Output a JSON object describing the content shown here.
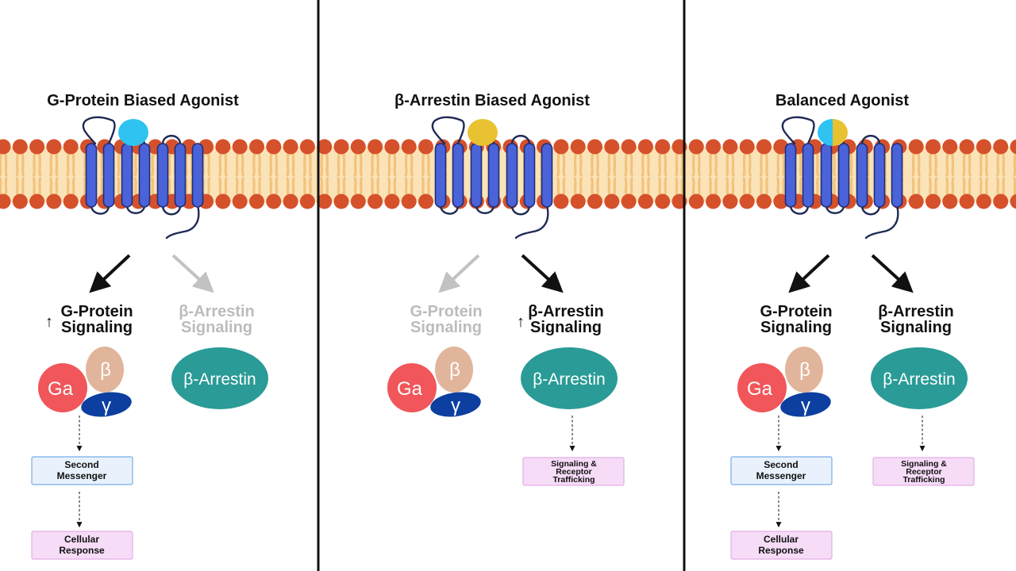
{
  "panels": [
    {
      "title": "G-Protein Biased Agonist",
      "ligand": "blue",
      "left_signal": {
        "prefix": "↑",
        "line1": "G-Protein",
        "line2": "Signaling",
        "active": true
      },
      "right_signal": {
        "prefix": "",
        "line1": "β-Arrestin",
        "line2": "Signaling",
        "active": false
      },
      "g_protein": {
        "alpha": "Ga",
        "beta": "β",
        "gamma": "γ"
      },
      "arrestin_label": "β-Arrestin",
      "left_cascade": [
        [
          "Second",
          "Messenger"
        ],
        [
          "Cellular",
          "Response"
        ]
      ],
      "right_cascade": []
    },
    {
      "title": "β-Arrestin Biased Agonist",
      "ligand": "yellow",
      "left_signal": {
        "prefix": "",
        "line1": "G-Protein",
        "line2": "Signaling",
        "active": false
      },
      "right_signal": {
        "prefix": "↑",
        "line1": "β-Arrestin",
        "line2": "Signaling",
        "active": true
      },
      "g_protein": {
        "alpha": "Ga",
        "beta": "β",
        "gamma": "γ"
      },
      "arrestin_label": "β-Arrestin",
      "left_cascade": [],
      "right_cascade": [
        [
          "Signaling &",
          "Receptor",
          "Trafficking"
        ]
      ]
    },
    {
      "title": "Balanced Agonist",
      "ligand": "split",
      "left_signal": {
        "prefix": "",
        "line1": "G-Protein",
        "line2": "Signaling",
        "active": true
      },
      "right_signal": {
        "prefix": "",
        "line1": "β-Arrestin",
        "line2": "Signaling",
        "active": true
      },
      "g_protein": {
        "alpha": "Ga",
        "beta": "β",
        "gamma": "γ"
      },
      "arrestin_label": "β-Arrestin",
      "left_cascade": [
        [
          "Second",
          "Messenger"
        ],
        [
          "Cellular",
          "Response"
        ]
      ],
      "right_cascade": [
        [
          "Signaling &",
          "Receptor",
          "Trafficking"
        ]
      ]
    }
  ],
  "colors": {
    "lipid_head": "#d5512b",
    "lipid_tail": "#f3c27a",
    "membrane_bg": "#fbe3b8",
    "helix_fill": "#4a63d8",
    "helix_stroke": "#1f2f7a",
    "loop": "#1f2a55",
    "ligand_blue": "#2ec3f0",
    "ligand_yellow": "#e8c230",
    "g_alpha": "#f0565a",
    "g_beta": "#e1b59b",
    "g_gamma": "#0d3fa0",
    "arrestin": "#2a9b96",
    "arrow_active": "#111111",
    "arrow_inactive": "#c2c2c2",
    "box_blue_fill": "#e8f1fc",
    "box_blue_stroke": "#78aee6",
    "box_pink_fill": "#f6dcf7",
    "box_pink_stroke": "#e3b0e6",
    "divider": "#111111"
  },
  "icons": [
    "membrane-bilayer",
    "gpcr-receptor",
    "ligand",
    "activation-arrow",
    "g-protein-complex",
    "beta-arrestin",
    "dashed-arrow"
  ]
}
